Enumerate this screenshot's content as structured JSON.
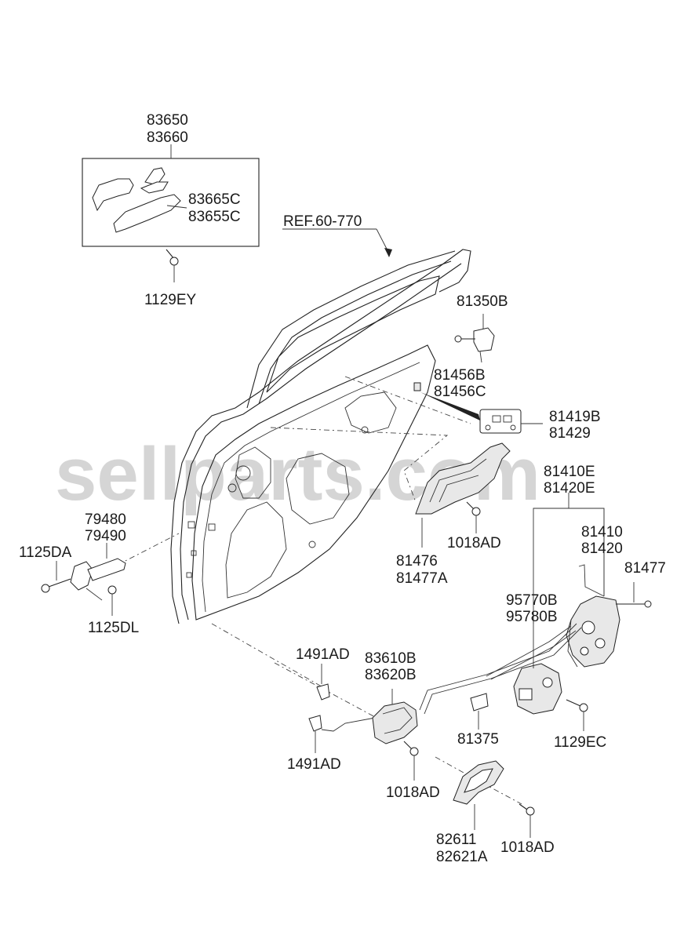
{
  "watermark": "sellparts.com",
  "reference": "REF.60-770",
  "parts": {
    "outside_handle": [
      "83650",
      "83660"
    ],
    "handle_cap": [
      "83665C",
      "83655C"
    ],
    "handle_bolt": "1129EY",
    "check_link_upper": [
      "79480",
      "79490"
    ],
    "check_link_bolt_a": "1125DA",
    "check_link_bolt_b": "1125DL",
    "striker_cover": "81350B",
    "striker_bolt": [
      "81456B",
      "81456C"
    ],
    "detail_panel": [
      "81419B",
      "81429"
    ],
    "latch_assy_outer": [
      "81410E",
      "81420E"
    ],
    "latch_assy": [
      "81410",
      "81420"
    ],
    "latch_bolt": "81477",
    "cover": [
      "81476",
      "81477A"
    ],
    "cover_bolt": "1018AD",
    "actuator": [
      "95770B",
      "95780B"
    ],
    "clip_top": "1491AD",
    "inside_handle": [
      "83610B",
      "83620B"
    ],
    "clip_bottom": "1491AD",
    "inside_handle_bolt": "1018AD",
    "grommet": "81375",
    "actuator_bolt": "1129EC",
    "bezel": [
      "82611",
      "82621A"
    ],
    "bezel_bolt": "1018AD"
  }
}
